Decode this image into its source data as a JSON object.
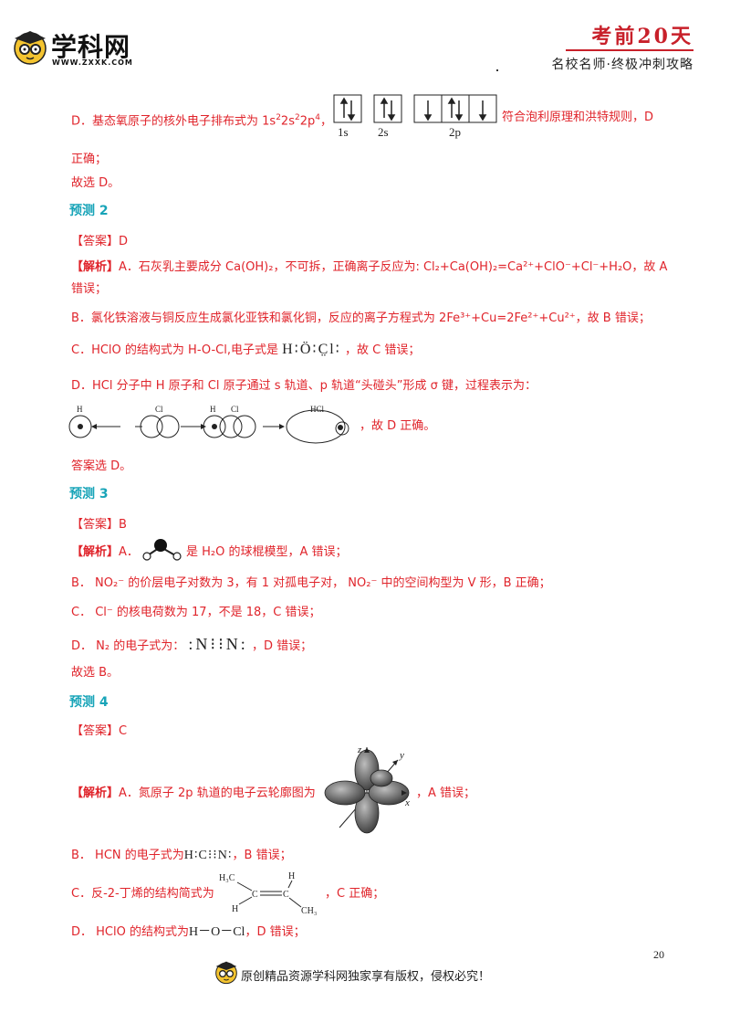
{
  "header": {
    "brand": "学科网",
    "site": "WWW.ZXXK.COM",
    "title": "考前20天",
    "subtitle": "名校名师·终极冲刺攻略"
  },
  "d1": {
    "pre": "D．基态氧原子的核外电子排布式为 1s",
    "s1": "2",
    "mid1": "2s",
    "s2": "2",
    "mid2": "2p",
    "s3": "4",
    "post": "，",
    "orb1": "1s",
    "orb2": "2s",
    "orb3": "2p",
    "after": "符合泡利原理和洪特规则，D",
    "after2": "正确；"
  },
  "choose1": "故选 D。",
  "p2": {
    "heading": "预测 2",
    "answer": "【答案】D",
    "a_tag": "【解析】",
    "a": "A．石灰乳主要成分 Ca(OH)₂，不可拆，正确离子反应为: Cl₂+Ca(OH)₂=Ca²⁺+ClO⁻+Cl⁻+H₂O，故 A",
    "a2": "错误；",
    "b": "B．氯化铁溶液与铜反应生成氯化亚铁和氯化铜，反应的离子方程式为 2Fe³⁺+Cu=2Fe²⁺+Cu²⁺，故 B 错误；",
    "c_pre": "C．HClO 的结构式为 H-O-Cl,电子式是",
    "c_formula": "H∶Ö∶C̤l∶",
    "c_post": "，故 C 错误；",
    "d": "D．HCl 分子中 H 原子和 Cl 原子通过 s 轨道、p 轨道“头碰头”形成 σ 键，过程表示为：",
    "d_labels": [
      "H",
      "Cl",
      "H",
      "Cl",
      "HCl"
    ],
    "d_post": "，故 D 正确。",
    "choose": "答案选 D。"
  },
  "p3": {
    "heading": "预测 3",
    "answer": "【答案】B",
    "a_tag": "【解析】",
    "a_pre": "A．",
    "a_post": "是 H₂O 的球棍模型，A 错误；",
    "b": "B．  NO₂⁻ 的价层电子对数为 3，有 1 对孤电子对， NO₂⁻ 中的空间构型为 V 形，B 正确；",
    "c": "C．  Cl⁻ 的核电荷数为 17，不是 18，C 错误；",
    "d_pre": "D．  N₂ 的电子式为：",
    "d_formula": ":N⁝⁝N:",
    "d_post": "，D 错误；",
    "choose": "故选 B。"
  },
  "p4": {
    "heading": "预测 4",
    "answer": "【答案】C",
    "a_tag": "【解析】",
    "a_pre": "A．氮原子 2p 轨道的电子云轮廓图为",
    "a_post": "，A 错误；",
    "axes": [
      "z",
      "y",
      "x"
    ],
    "b_pre": "B．  HCN 的电子式为",
    "b_formula": "H∶C⁝⁝N∶",
    "b_post": "，B 错误；",
    "c_pre": "C．反-2-丁烯的结构简式为",
    "c_labels": [
      "H₃C",
      "H",
      "C",
      "C",
      "H",
      "CH₃"
    ],
    "c_post": "，C 正确；",
    "d_pre": "D．  HClO 的结构式为",
    "d_formula": "H－O－Cl",
    "d_post": "，D 错误；"
  },
  "page_number": "20",
  "footer": "原创精品资源学科网独家享有版权，侵权必究！"
}
